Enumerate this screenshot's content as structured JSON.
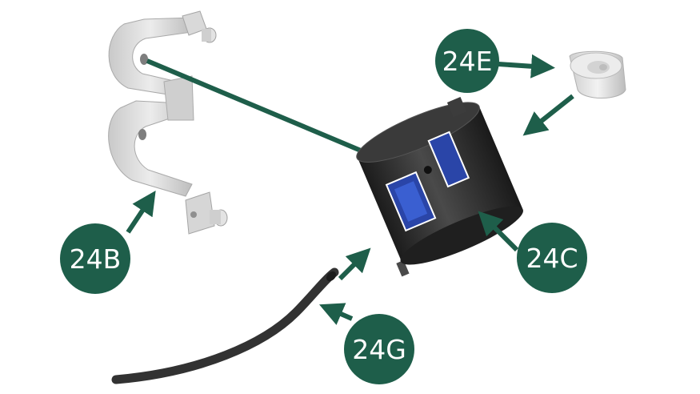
{
  "colors": {
    "callout": "#1e5e4a",
    "callout_text": "#ffffff",
    "bracket": "#d7d7d7",
    "filter_body": "#2a2a2a",
    "label_blue": "#2a45a8",
    "hose": "#333333",
    "cap": "#e2e2e2"
  },
  "callouts": {
    "c24E": "24E",
    "c24B": "24B",
    "c24C": "24C",
    "c24G": "24G"
  },
  "parts": {
    "bracket": "fuel-filter-bracket",
    "filter": "fuel-filter",
    "cap": "filter-end-cap",
    "hose": "fuel-hose"
  },
  "icons": {
    "arrow": "arrow-icon"
  }
}
